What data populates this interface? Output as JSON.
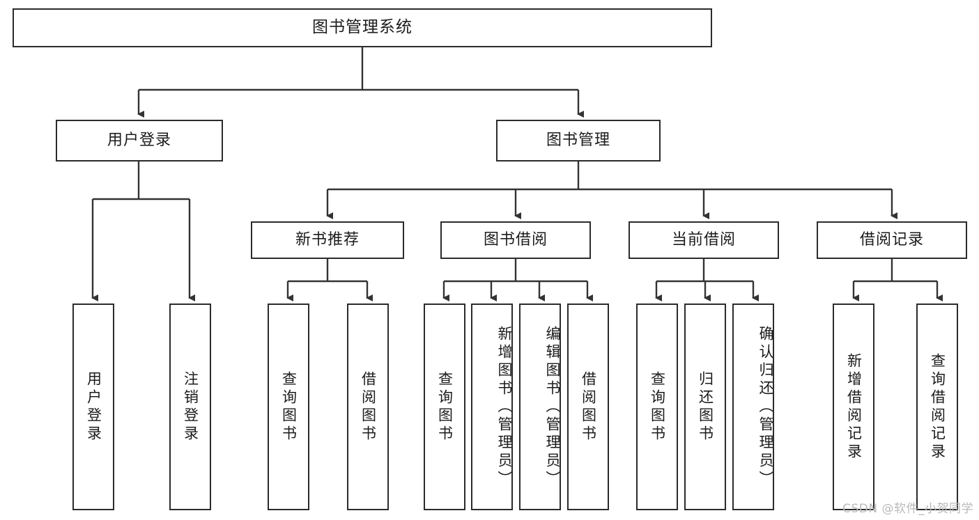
{
  "diagram": {
    "title": "图书管理系统",
    "type": "tree-hierarchy-chart",
    "root": {
      "label": "图书管理系统"
    },
    "level2": [
      {
        "label": "用户登录"
      },
      {
        "label": "图书管理"
      }
    ],
    "level3": [
      {
        "label": "新书推荐"
      },
      {
        "label": "图书借阅"
      },
      {
        "label": "当前借阅"
      },
      {
        "label": "借阅记录"
      }
    ],
    "leaves": {
      "user_login": [
        {
          "label": "用户登录"
        },
        {
          "label": "注销登录"
        }
      ],
      "new_book_recommend": [
        {
          "label": "查询图书"
        },
        {
          "label": "借阅图书"
        }
      ],
      "book_borrow": [
        {
          "label": "查询图书"
        },
        {
          "label": "新增图书（管理员）"
        },
        {
          "label": "编辑图书（管理员）"
        },
        {
          "label": "借阅图书"
        }
      ],
      "current_borrow": [
        {
          "label": "查询图书"
        },
        {
          "label": "归还图书"
        },
        {
          "label": "确认归还（管理员）"
        }
      ],
      "borrow_records": [
        {
          "label": "新增借阅记录"
        },
        {
          "label": "查询借阅记录"
        }
      ]
    }
  },
  "watermark": {
    "text": "CSDN @软件_小贺同学"
  },
  "colors": {
    "box_border": "#2b2b2b",
    "connector": "#333333",
    "background": "#ffffff",
    "text": "#1b1b1b",
    "watermark": "#b9b9b9"
  }
}
